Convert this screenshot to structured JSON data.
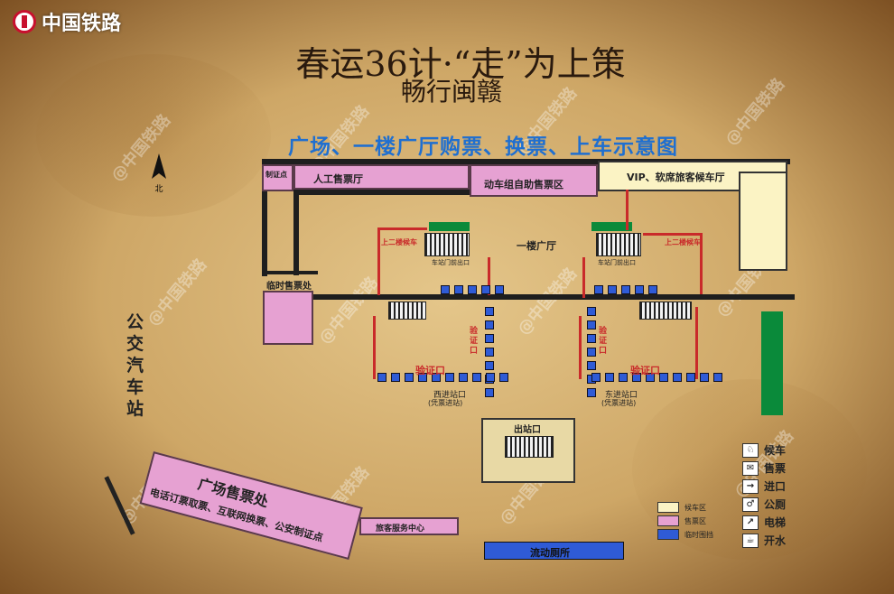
{
  "brand": {
    "name": "中国铁路"
  },
  "header": {
    "title": "春运36计·“走”为上策",
    "subtitle": "畅行闽赣"
  },
  "map": {
    "title": "广场、一楼广厅购票、换票、上车示意图",
    "north_label": "北",
    "rooms": {
      "manual_ticket_hall": "人工售票厅",
      "id_office": "制证点",
      "emu_self_service": "动车组自助售票区",
      "vip_waiting": "VIP、软席旅客候车厅",
      "temp_ticket_office": "临时售票处",
      "first_floor_hall": "一楼广厅",
      "square_ticket_office": "广场售票处",
      "square_ticket_services": "电话订票取票、互联网换票、公安制证点",
      "passenger_service_center": "旅客服务中心",
      "mobile_toilet": "流动厕所",
      "exit": "出站口",
      "bus_station": "公交汽车站"
    },
    "labels": {
      "west_check": "验证口",
      "east_check": "验证口",
      "west_check_vertical": "验证口",
      "east_check_vertical": "验证口",
      "west_entrance": "西进站口",
      "west_entrance_note": "(凭票进站)",
      "east_entrance": "东进站口",
      "east_entrance_note": "(凭票进站)",
      "to_second_floor_left": "上二楼候车",
      "to_second_floor_right": "上二楼候车",
      "station_entrance_left": "车站门前出口",
      "station_entrance_right": "车站门前出口"
    },
    "legend": {
      "icons": [
        {
          "icon": "waiting-icon",
          "label": "候车"
        },
        {
          "icon": "ticket-icon",
          "label": "售票"
        },
        {
          "icon": "entrance-icon",
          "label": "进口"
        },
        {
          "icon": "toilet-icon",
          "label": "公厕"
        },
        {
          "icon": "escalator-icon",
          "label": "电梯"
        },
        {
          "icon": "water-icon",
          "label": "开水"
        }
      ],
      "areas": [
        {
          "label": "候车区",
          "color": "#fbf3c4"
        },
        {
          "label": "售票区",
          "color": "#e6a1d2"
        },
        {
          "label": "临时围挡",
          "color": "#2f5bd6"
        }
      ]
    }
  },
  "watermark_text": "@中国铁路"
}
